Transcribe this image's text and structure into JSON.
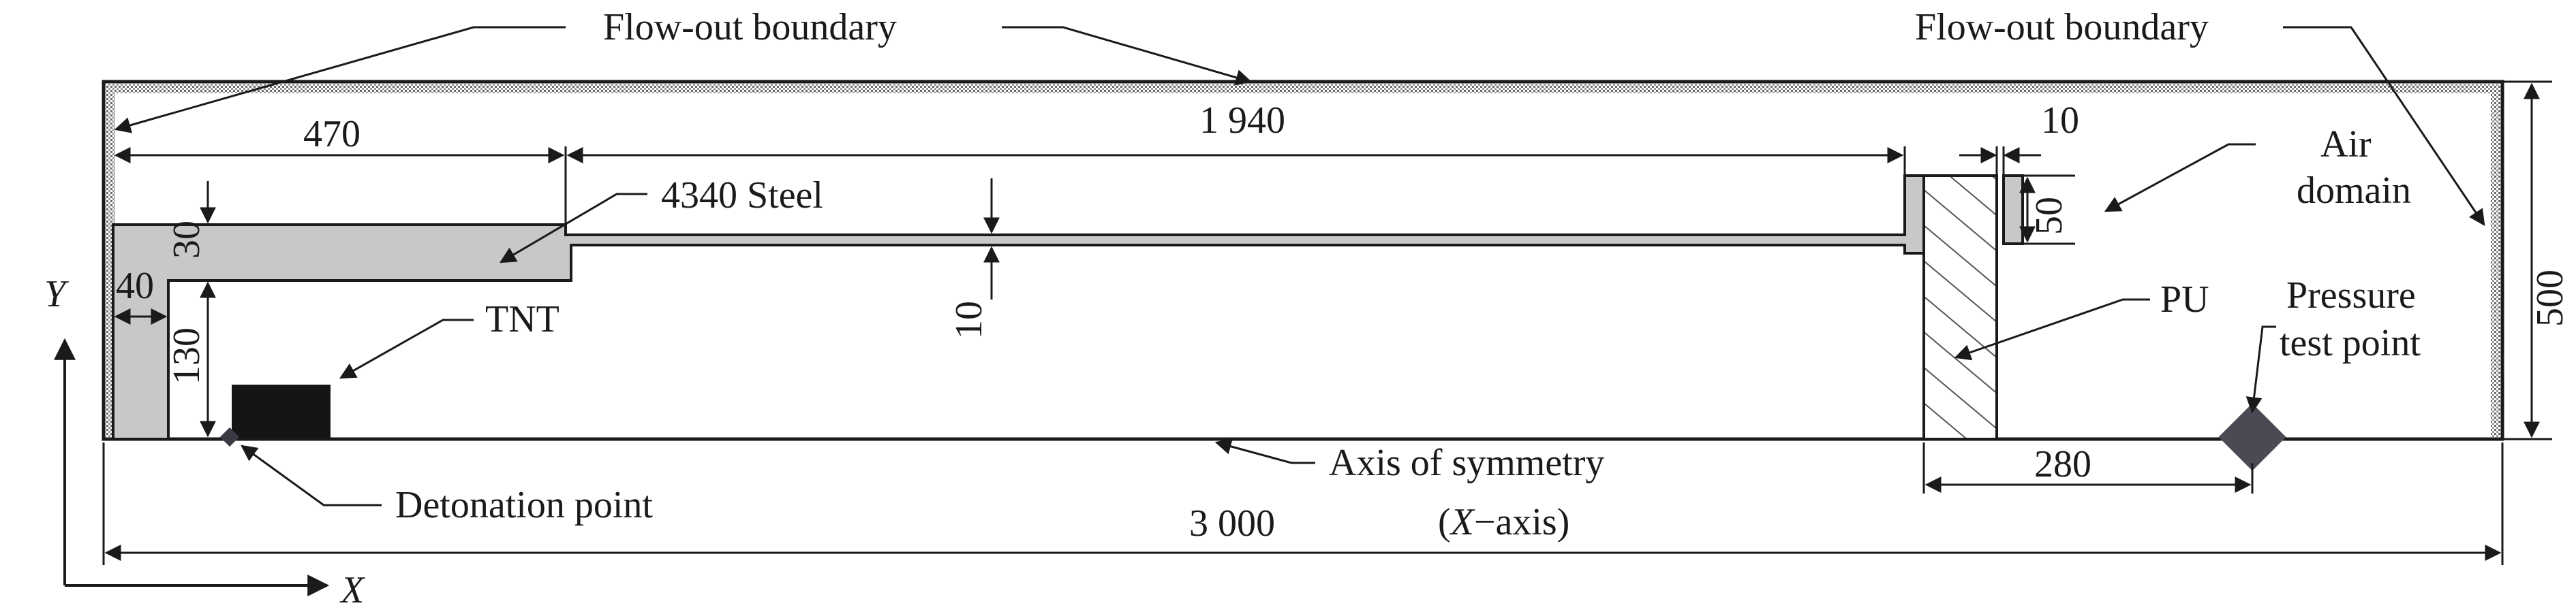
{
  "labels": {
    "flow_out_top": "Flow-out boundary",
    "flow_out_right": "Flow-out boundary",
    "air_domain_1": "Air",
    "air_domain_2": "domain",
    "steel": "4340 Steel",
    "tnt": "TNT",
    "pu": "PU",
    "pressure_1": "Pressure",
    "pressure_2": "test point",
    "detonation": "Detonation point",
    "axis_sym_1": "Axis of symmetry",
    "axis_sym_2_pre": "(",
    "axis_sym_2_x": "X",
    "axis_sym_2_post": "−axis)",
    "axis_y": "Y",
    "axis_x": "X"
  },
  "dimensions": {
    "total_length": "3 000",
    "dim_470": "470",
    "dim_1940": "1 940",
    "dim_10_top": "10",
    "dim_50": "50",
    "dim_500": "500",
    "dim_30": "30",
    "dim_40": "40",
    "dim_130": "130",
    "dim_10_wall": "10",
    "dim_280": "280"
  },
  "colors": {
    "steel": "#c8c8c8",
    "tnt": "#151515",
    "pressure_marker": "#4a4a55",
    "line": "#1a1a1a"
  }
}
